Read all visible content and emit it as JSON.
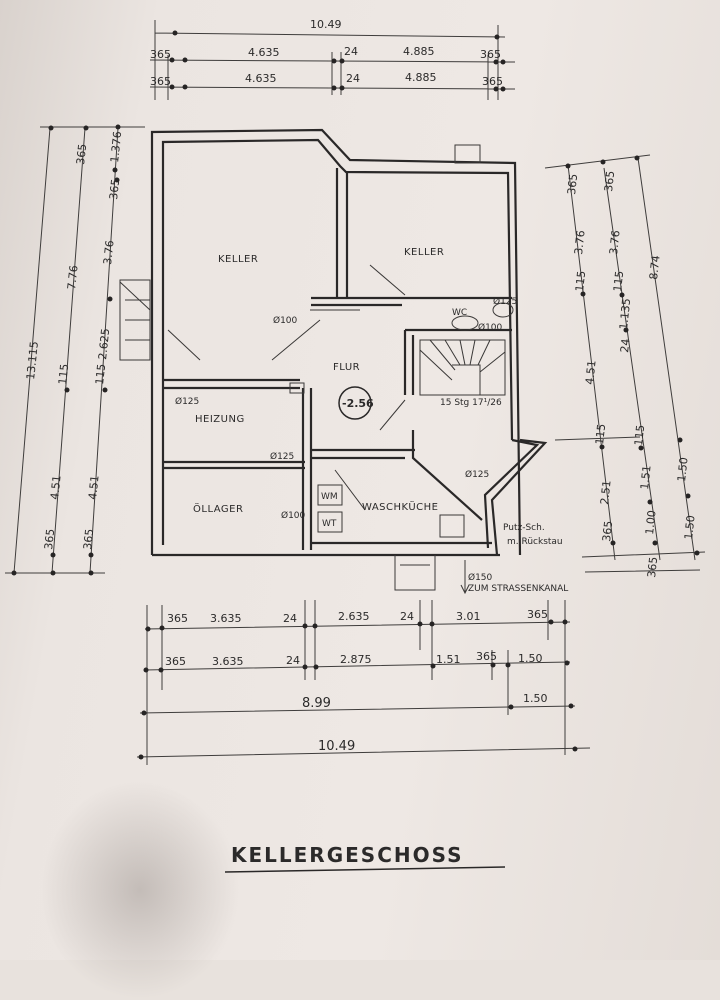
{
  "title": "KELLERGESCHOSS",
  "rooms": {
    "keller_left": "KELLER",
    "keller_right": "KELLER",
    "flur": "FLUR",
    "heizung": "HEIZUNG",
    "oellager": "ÖLLAGER",
    "waschkueche": "WASCHKÜCHE",
    "wc": "WC"
  },
  "level_mark": "-2.56",
  "stair_note": "15 Stg 17¹/26",
  "fixtures": {
    "wm": "WM",
    "wt": "WT"
  },
  "pipes": [
    "Ø100",
    "Ø125",
    "Ø125",
    "Ø100",
    "Ø125",
    "Ø100",
    "Ø125",
    "Ø150"
  ],
  "drain_note": {
    "line1": "Putz-Sch.",
    "line2": "m. Rückstau",
    "kanal": "ZUM STRASSENKANAL"
  },
  "dims_top": {
    "total": "10.49",
    "row1": [
      "365",
      "4.635",
      "24",
      "4.885",
      "365"
    ],
    "row2": [
      "365",
      "4.635",
      "24",
      "4.885",
      "365"
    ]
  },
  "dims_left": {
    "total": "13.115",
    "col1": [
      "365",
      "7.76",
      "115",
      "4.51",
      "365"
    ],
    "col2": [
      "1.376",
      "365",
      "3.76",
      "2.625",
      "115",
      "4.51",
      "365"
    ]
  },
  "dims_right": {
    "col1": [
      "365",
      "3.76",
      "115",
      "4.51",
      "115",
      "2.51",
      "365"
    ],
    "col2": [
      "365",
      "3.76",
      "115",
      "1.135",
      "24",
      "115",
      "1.51",
      "1.00",
      "365"
    ],
    "col3": [
      "8.74",
      "1.50",
      "1.50"
    ]
  },
  "dims_bottom": {
    "row1": [
      "365",
      "3.635",
      "24",
      "2.635",
      "24",
      "3.01",
      "365"
    ],
    "row2": [
      "365",
      "3.635",
      "24",
      "2.875",
      "1.51",
      "365",
      "1.50"
    ],
    "row3": [
      "8.99",
      "1.50"
    ],
    "total": "10.49"
  }
}
